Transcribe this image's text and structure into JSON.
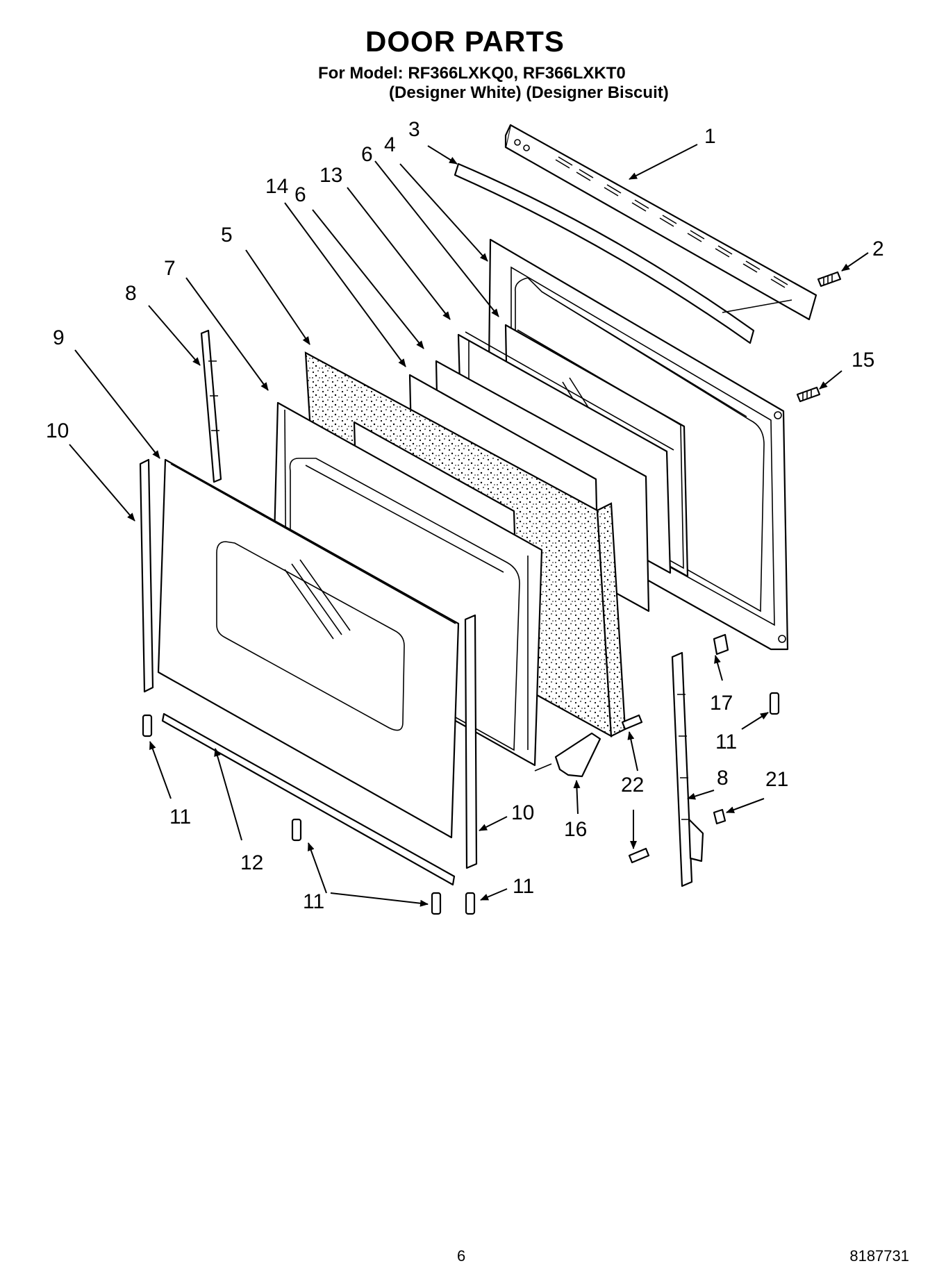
{
  "header": {
    "title": "DOOR PARTS",
    "model_line": "For Model: RF366LXKQ0, RF366LXKT0",
    "colors_line": "(Designer White) (Designer Biscuit)"
  },
  "footer": {
    "page_number": "6",
    "document_number": "8187731"
  },
  "callouts": [
    "1",
    "2",
    "3",
    "4",
    "6",
    "13",
    "14",
    "6",
    "5",
    "7",
    "8",
    "9",
    "10",
    "15",
    "17",
    "11",
    "22",
    "8",
    "21",
    "16",
    "11",
    "10",
    "12",
    "11",
    "11",
    "11"
  ]
}
